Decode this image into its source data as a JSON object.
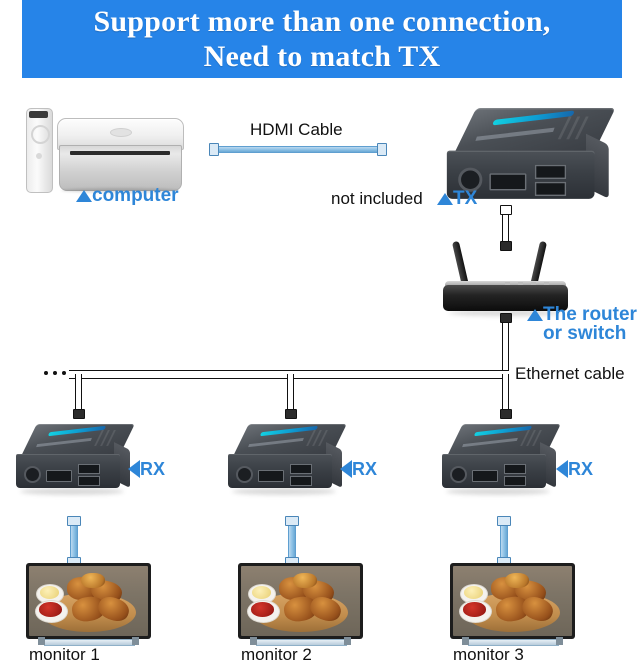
{
  "banner": {
    "line1": "Support more than one connection,",
    "line2": "Need to match TX",
    "background_color": "#2684e8",
    "text_color": "#ffffff"
  },
  "colors": {
    "accent_blue": "#2e86d8",
    "cable_blue": "#8fc2e6",
    "device_dark": "#3b4046",
    "label_black": "#111111"
  },
  "labels": {
    "computer": "computer",
    "hdmi_cable": "HDMI Cable",
    "not_included": "not included",
    "tx": "TX",
    "router_line1": "The router",
    "router_line2": "or switch",
    "ethernet_cable": "Ethernet cable",
    "rx": "RX"
  },
  "devices": {
    "computer": {
      "name": "computer",
      "type": "mac-mini"
    },
    "tx": {
      "name": "TX",
      "type": "hdmi-extender-transmitter",
      "note": "not included"
    },
    "router": {
      "name": "The router or switch",
      "type": "wireless-router"
    },
    "receivers": [
      {
        "name": "RX",
        "label": "RX",
        "index": 1
      },
      {
        "name": "RX",
        "label": "RX",
        "index": 2
      },
      {
        "name": "RX",
        "label": "RX",
        "index": 3
      }
    ]
  },
  "monitors": [
    {
      "label": "monitor 1"
    },
    {
      "label": "monitor 2"
    },
    {
      "label": "monitor 3"
    }
  ],
  "connections": [
    {
      "from": "computer",
      "to": "TX",
      "cable": "HDMI Cable"
    },
    {
      "from": "TX",
      "to": "The router or switch",
      "cable": "Ethernet cable"
    },
    {
      "from": "The router or switch",
      "to": "RX",
      "cable": "Ethernet cable"
    },
    {
      "from": "RX",
      "to": "monitor",
      "cable": "HDMI Cable"
    }
  ]
}
